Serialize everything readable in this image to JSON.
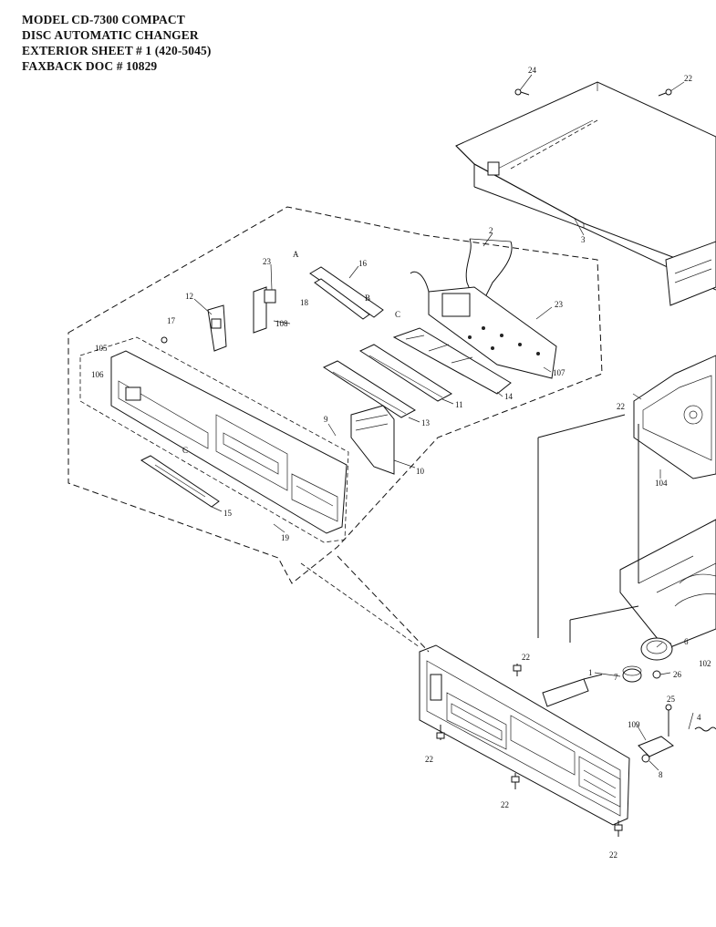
{
  "header": {
    "line1": "MODEL CD-7300 COMPACT",
    "line2": "DISC AUTOMATIC CHANGER",
    "line3": "EXTERIOR SHEET # 1  (420-5045)",
    "line4": "FAXBACK DOC # 10829"
  },
  "callouts": {
    "c24": "24",
    "c22_top": "22",
    "c3": "3",
    "c2": "2",
    "c16": "16",
    "c23_a": "23",
    "c23_b": "23",
    "cA": "A",
    "cB": "B",
    "cC_top": "C",
    "c18": "18",
    "c12": "12",
    "c108": "108",
    "c17": "17",
    "c105": "105",
    "c106": "106",
    "c107": "107",
    "c14": "14",
    "c11": "11",
    "c13": "13",
    "c9": "9",
    "c10": "10",
    "c15": "15",
    "c19": "19",
    "cC_bot": "C",
    "c22_right": "22",
    "c104": "104",
    "c22_front1": "22",
    "c22_front2": "22",
    "c1": "1",
    "c7": "7",
    "c26": "26",
    "c6": "6",
    "c102": "102",
    "c25": "25",
    "c109": "109",
    "c8": "8",
    "c22_bottom_mid": "22",
    "c22_bottom_right": "22",
    "c4": "4"
  }
}
